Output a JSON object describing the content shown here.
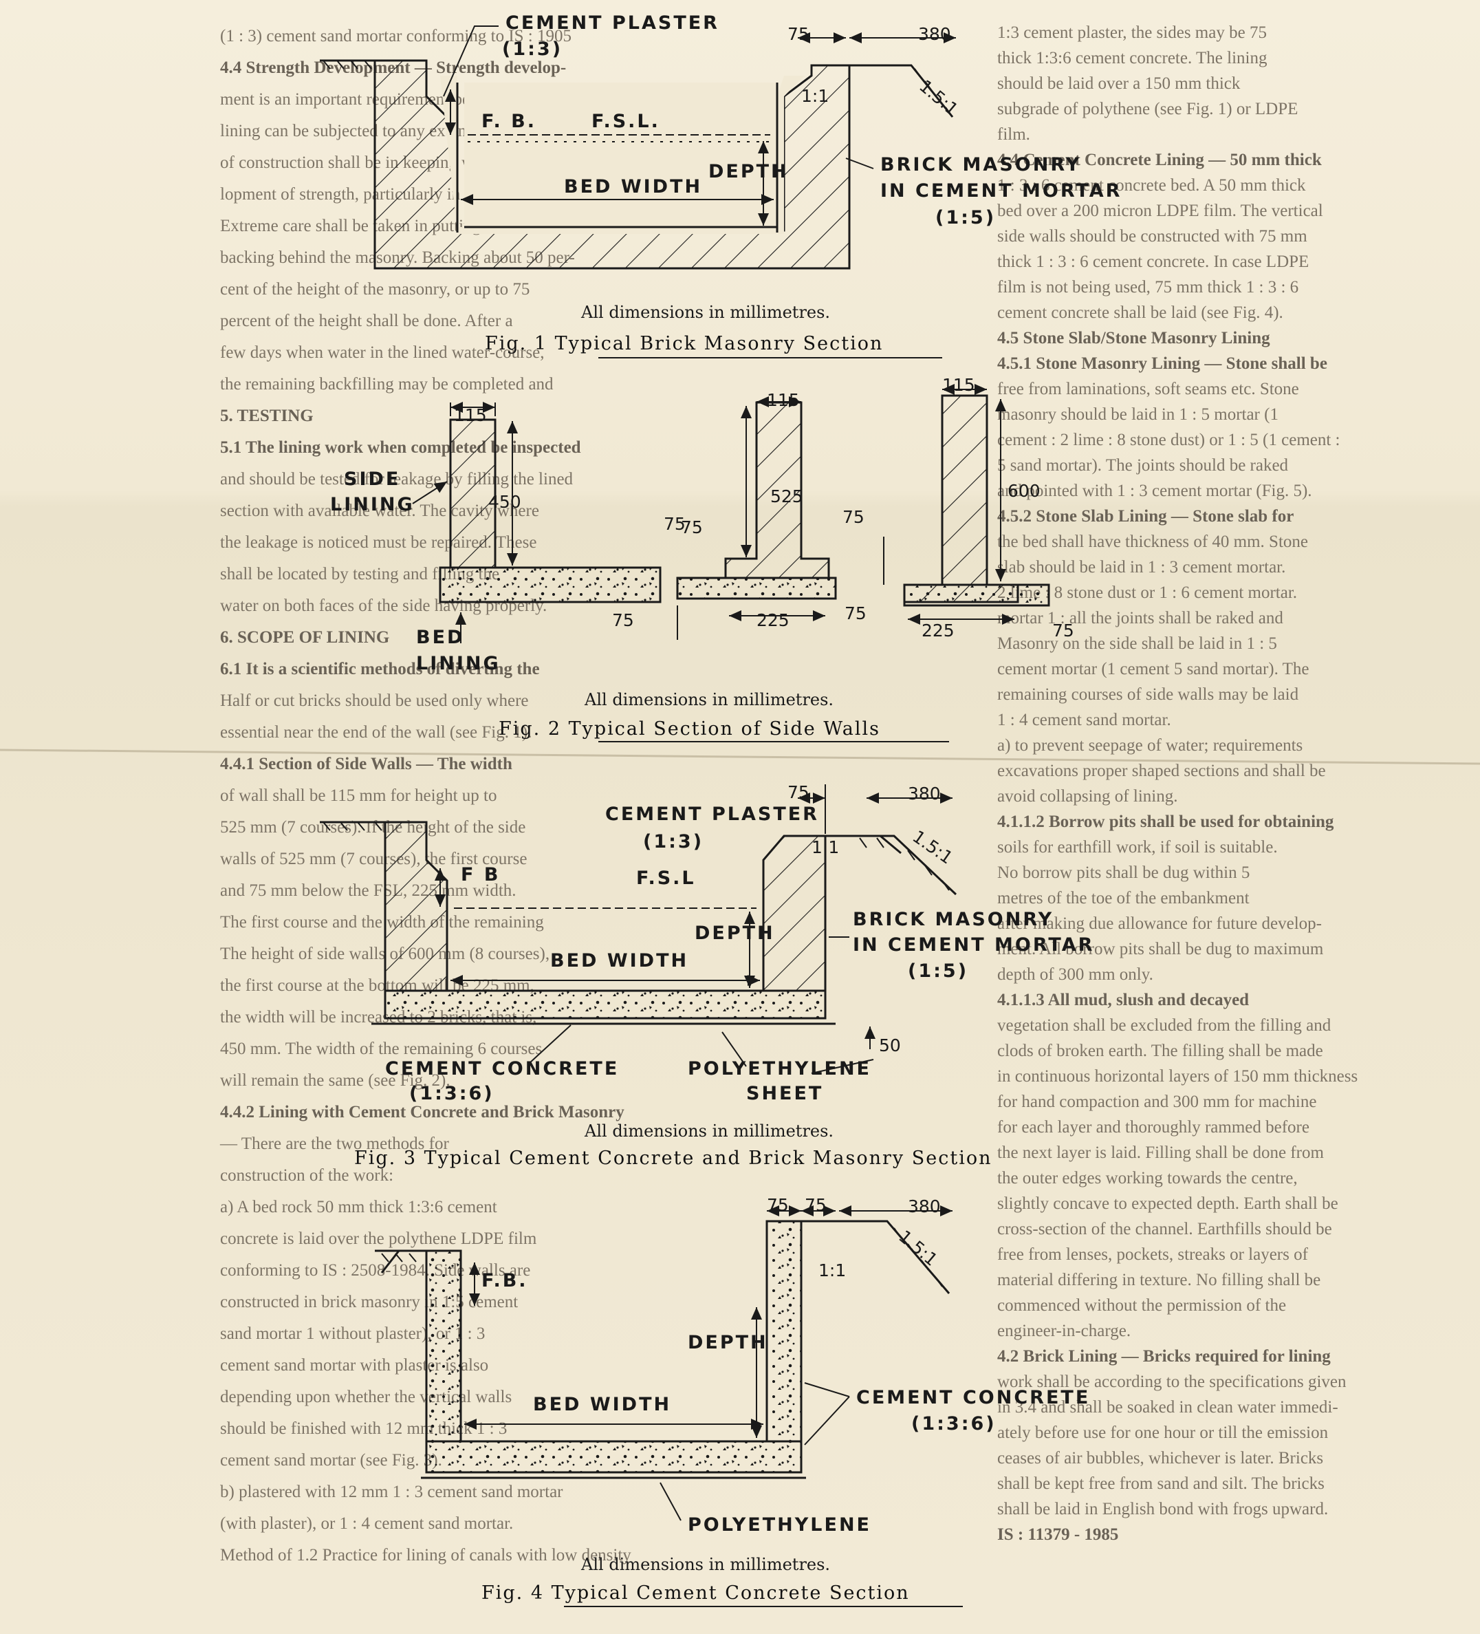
{
  "background_text": {
    "col_mid": [
      "(1 : 3) cement sand mortar conforming to IS : 1905",
      "4.4 Strength Development — Strength develop-",
      "ment is an important requirement before masonry",
      "lining can be subjected to any extent. The rate",
      "of construction shall be in keeping with the deve-",
      "lopment of strength, particularly in weak mixes.",
      "Extreme care shall be taken in putting the earth",
      "backing behind the masonry. Backing about 50 per-",
      "cent of the height of the masonry, or up to 75",
      "percent of the height shall be done. After a",
      "few days when water in the lined water-course,",
      "the remaining backfilling may be completed and",
      "5. TESTING",
      "5.1 The lining work when completed be inspected",
      "and should be tested for leakage by filling the lined",
      "section with available water. The cavity where",
      "the leakage is noticed must be repaired. These",
      "shall be located by testing and filling the",
      "water on both faces of the side having properly.",
      "6. SCOPE OF LINING",
      "6.1 It is a scientific methods of diverting the",
      "Half or cut bricks should be used only where",
      "essential near the end of the wall (see Fig. 1).",
      "4.4.1 Section of Side Walls — The width",
      "of wall shall be 115 mm for height up to",
      "525 mm (7 courses). If the height of the side",
      "walls of 525 mm (7 courses), the first course",
      "and 75 mm below the FSL, 225 mm width.",
      "The first course and the width of the remaining",
      "The height of side walls of 600 mm (8 courses),",
      "the first course at the bottom will be 225 mm,",
      "the width will be increased to 2 bricks, that is,",
      "450 mm. The width of the remaining 6 courses",
      "will remain the same (see Fig. 2).",
      "4.4.2 Lining with Cement Concrete and Brick Masonry",
      "— There are the two methods for",
      "construction of the work:",
      "a) A bed rock 50 mm thick 1:3:6 cement",
      "concrete is laid over the polythene LDPE film",
      "conforming to IS : 2508-1984. Side walls are",
      "constructed in brick masonry in 1:5 cement",
      "sand mortar 1 without plaster), or 1 : 3",
      "cement sand mortar with plaster is also",
      "depending upon whether the vertical walls",
      "should be finished with 12 mm thick 1 : 3",
      "cement sand mortar (see Fig. 3).",
      "b) plastered with 12 mm 1 : 3 cement sand mortar",
      "(with plaster), or 1 : 4 cement sand mortar.",
      "Method of 1.2 Practice for lining of canals with low density"
    ],
    "col_right": [
      "1:3 cement plaster, the sides may be 75",
      "thick 1:3:6 cement concrete. The lining",
      "should be laid over a 150 mm thick",
      "subgrade of polythene (see Fig. 1) or LDPE",
      "film.",
      "4.4 Cement Concrete Lining — 50 mm thick",
      "1 : 3 : 6 cement concrete bed. A 50 mm thick",
      "bed over a 200 micron LDPE film. The vertical",
      "side walls should be constructed with 75 mm",
      "thick 1 : 3 : 6 cement concrete. In case LDPE",
      "film is not being used, 75 mm thick 1 : 3 : 6",
      "cement concrete shall be laid (see Fig. 4).",
      "4.5 Stone Slab/Stone Masonry Lining",
      "4.5.1 Stone Masonry Lining — Stone shall be",
      "free from laminations, soft seams etc. Stone",
      "masonry should be laid in 1 : 5 mortar (1",
      "cement : 2 lime : 8 stone dust) or 1 : 5 (1 cement :",
      "5 sand mortar). The joints should be raked",
      "and pointed with 1 : 3 cement mortar (Fig. 5).",
      "4.5.2 Stone Slab Lining — Stone slab for",
      "the bed shall have thickness of 40 mm. Stone",
      "slab should be laid in 1 : 3 cement mortar.",
      "2 lime : 8 stone dust or 1 : 6 cement mortar.",
      "mortar 1 : all the joints shall be raked and",
      "Masonry on the side shall be laid in 1 : 5",
      "cement mortar (1 cement 5 sand mortar). The",
      "remaining courses of side walls may be laid",
      "1 : 4 cement sand mortar.",
      "a) to prevent seepage of water; requirements",
      "excavations proper shaped sections and shall be",
      "avoid collapsing of lining.",
      "4.1.1.2 Borrow pits shall be used for obtaining",
      "soils for earthfill work, if soil is suitable.",
      "No borrow pits shall be dug within 5",
      "metres of the toe of the embankment",
      "after making due allowance for future develop-",
      "ment. All borrow pits shall be dug to maximum",
      "depth of 300 mm only.",
      "4.1.1.3 All mud, slush and decayed",
      "vegetation shall be excluded from the filling and",
      "clods of broken earth. The filling shall be made",
      "in continuous horizontal layers of 150 mm thickness",
      "for hand compaction and 300 mm for machine",
      "for each layer and thoroughly rammed before",
      "the next layer is laid. Filling shall be done from",
      "the outer edges working towards the centre,",
      "slightly concave to expected depth. Earth shall be",
      "cross-section of the channel. Earthfills should be",
      "free from lenses, pockets, streaks or layers of",
      "material differing in texture. No filling shall be",
      "commenced without the permission of the",
      "engineer-in-charge.",
      "4.2 Brick Lining — Bricks required for lining",
      "work shall be according to the specifications given",
      "in 3.4 and shall be soaked in clean water immedi-",
      "ately before use for one hour or till the emission",
      "ceases of air bubbles, whichever is later. Bricks",
      "shall be kept free from sand and silt. The bricks",
      "shall be laid in English bond with frogs upward.",
      "IS : 11379 - 1985"
    ]
  },
  "figures": [
    {
      "id": "fig1",
      "labels": {
        "plaster": "CEMENT PLASTER",
        "plaster_mix": "(1:3)",
        "fb": "F. B.",
        "fsl": "F.S.L.",
        "depth": "DEPTH",
        "bed_width": "BED WIDTH",
        "masonry_1": "BRICK MASONRY",
        "masonry_2": "IN CEMENT MORTAR",
        "masonry_mix": "(1:5)"
      },
      "dims": {
        "top_thk": "75",
        "berm": "380",
        "side_slope": "1:1",
        "outer_slope": "1.5:1"
      },
      "note": "All dimensions in millimetres.",
      "caption": "Fig. 1 Typical Brick Masonry Section"
    },
    {
      "id": "fig2",
      "labels": {
        "side_lining_1": "SIDE",
        "side_lining_2": "LINING",
        "bed_lining_1": "BED",
        "bed_lining_2": "LINING"
      },
      "walls": [
        {
          "top_width": "115",
          "height": "450",
          "step": "75",
          "base_thk": "75"
        },
        {
          "top_width": "115",
          "height": "525",
          "step": "75",
          "base_width": "225",
          "base_thk": "75"
        },
        {
          "top_width": "115",
          "height": "600",
          "step": "75",
          "base_width": "225",
          "base_thk": "75"
        }
      ],
      "note": "All dimensions in millimetres.",
      "caption": "Fig. 2 Typical Section of Side Walls"
    },
    {
      "id": "fig3",
      "labels": {
        "plaster": "CEMENT PLASTER",
        "plaster_mix": "(1:3)",
        "fb": "F B",
        "fsl": "F.S.L",
        "depth": "DEPTH",
        "bed_width": "BED WIDTH",
        "masonry_1": "BRICK MASONRY",
        "masonry_2": "IN CEMENT MORTAR",
        "masonry_mix": "(1:5)",
        "concrete": "CEMENT CONCRETE",
        "concrete_mix": "(1:3:6)",
        "poly_1": "POLYETHYLENE",
        "poly_2": "SHEET"
      },
      "dims": {
        "top_thk": "75",
        "berm": "380",
        "side_slope": "1:1",
        "outer_slope": "1.5:1",
        "bed_thk": "50"
      },
      "note": "All dimensions in millimetres.",
      "caption": "Fig. 3 Typical Cement Concrete and Brick Masonry Section"
    },
    {
      "id": "fig4",
      "labels": {
        "fb": "F.B.",
        "depth": "DEPTH",
        "bed_width": "BED WIDTH",
        "concrete": "CEMENT CONCRETE",
        "concrete_mix": "(1:3:6)",
        "poly": "POLYETHYLENE"
      },
      "dims": {
        "top_a": "75",
        "top_b": "75",
        "berm": "380",
        "side_slope": "1:1",
        "outer_slope": "1.5:1"
      },
      "note": "All dimensions in millimetres.",
      "caption": "Fig. 4 Typical Cement Concrete Section"
    }
  ],
  "colors": {
    "paper": "#f3ecd9",
    "ink": "#1a1a1a",
    "faded_text": "#7d7466"
  }
}
